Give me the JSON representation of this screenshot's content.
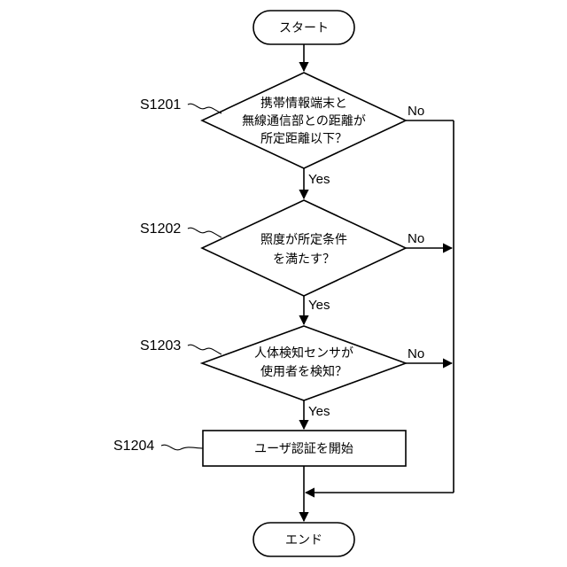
{
  "start": "スタート",
  "end": "エンド",
  "steps": [
    {
      "id": "S1201",
      "lines": [
        "携帯情報端末と",
        "無線通信部との距離が",
        "所定距離以下？"
      ],
      "yes": "Yes",
      "no": "No"
    },
    {
      "id": "S1202",
      "lines": [
        "照度が所定条件",
        "を満たす？"
      ],
      "yes": "Yes",
      "no": "No"
    },
    {
      "id": "S1203",
      "lines": [
        "人体検知センサが",
        "使用者を検知？"
      ],
      "yes": "Yes",
      "no": "No"
    },
    {
      "id": "S1204",
      "lines": [
        "ユーザ認証を開始"
      ]
    }
  ]
}
